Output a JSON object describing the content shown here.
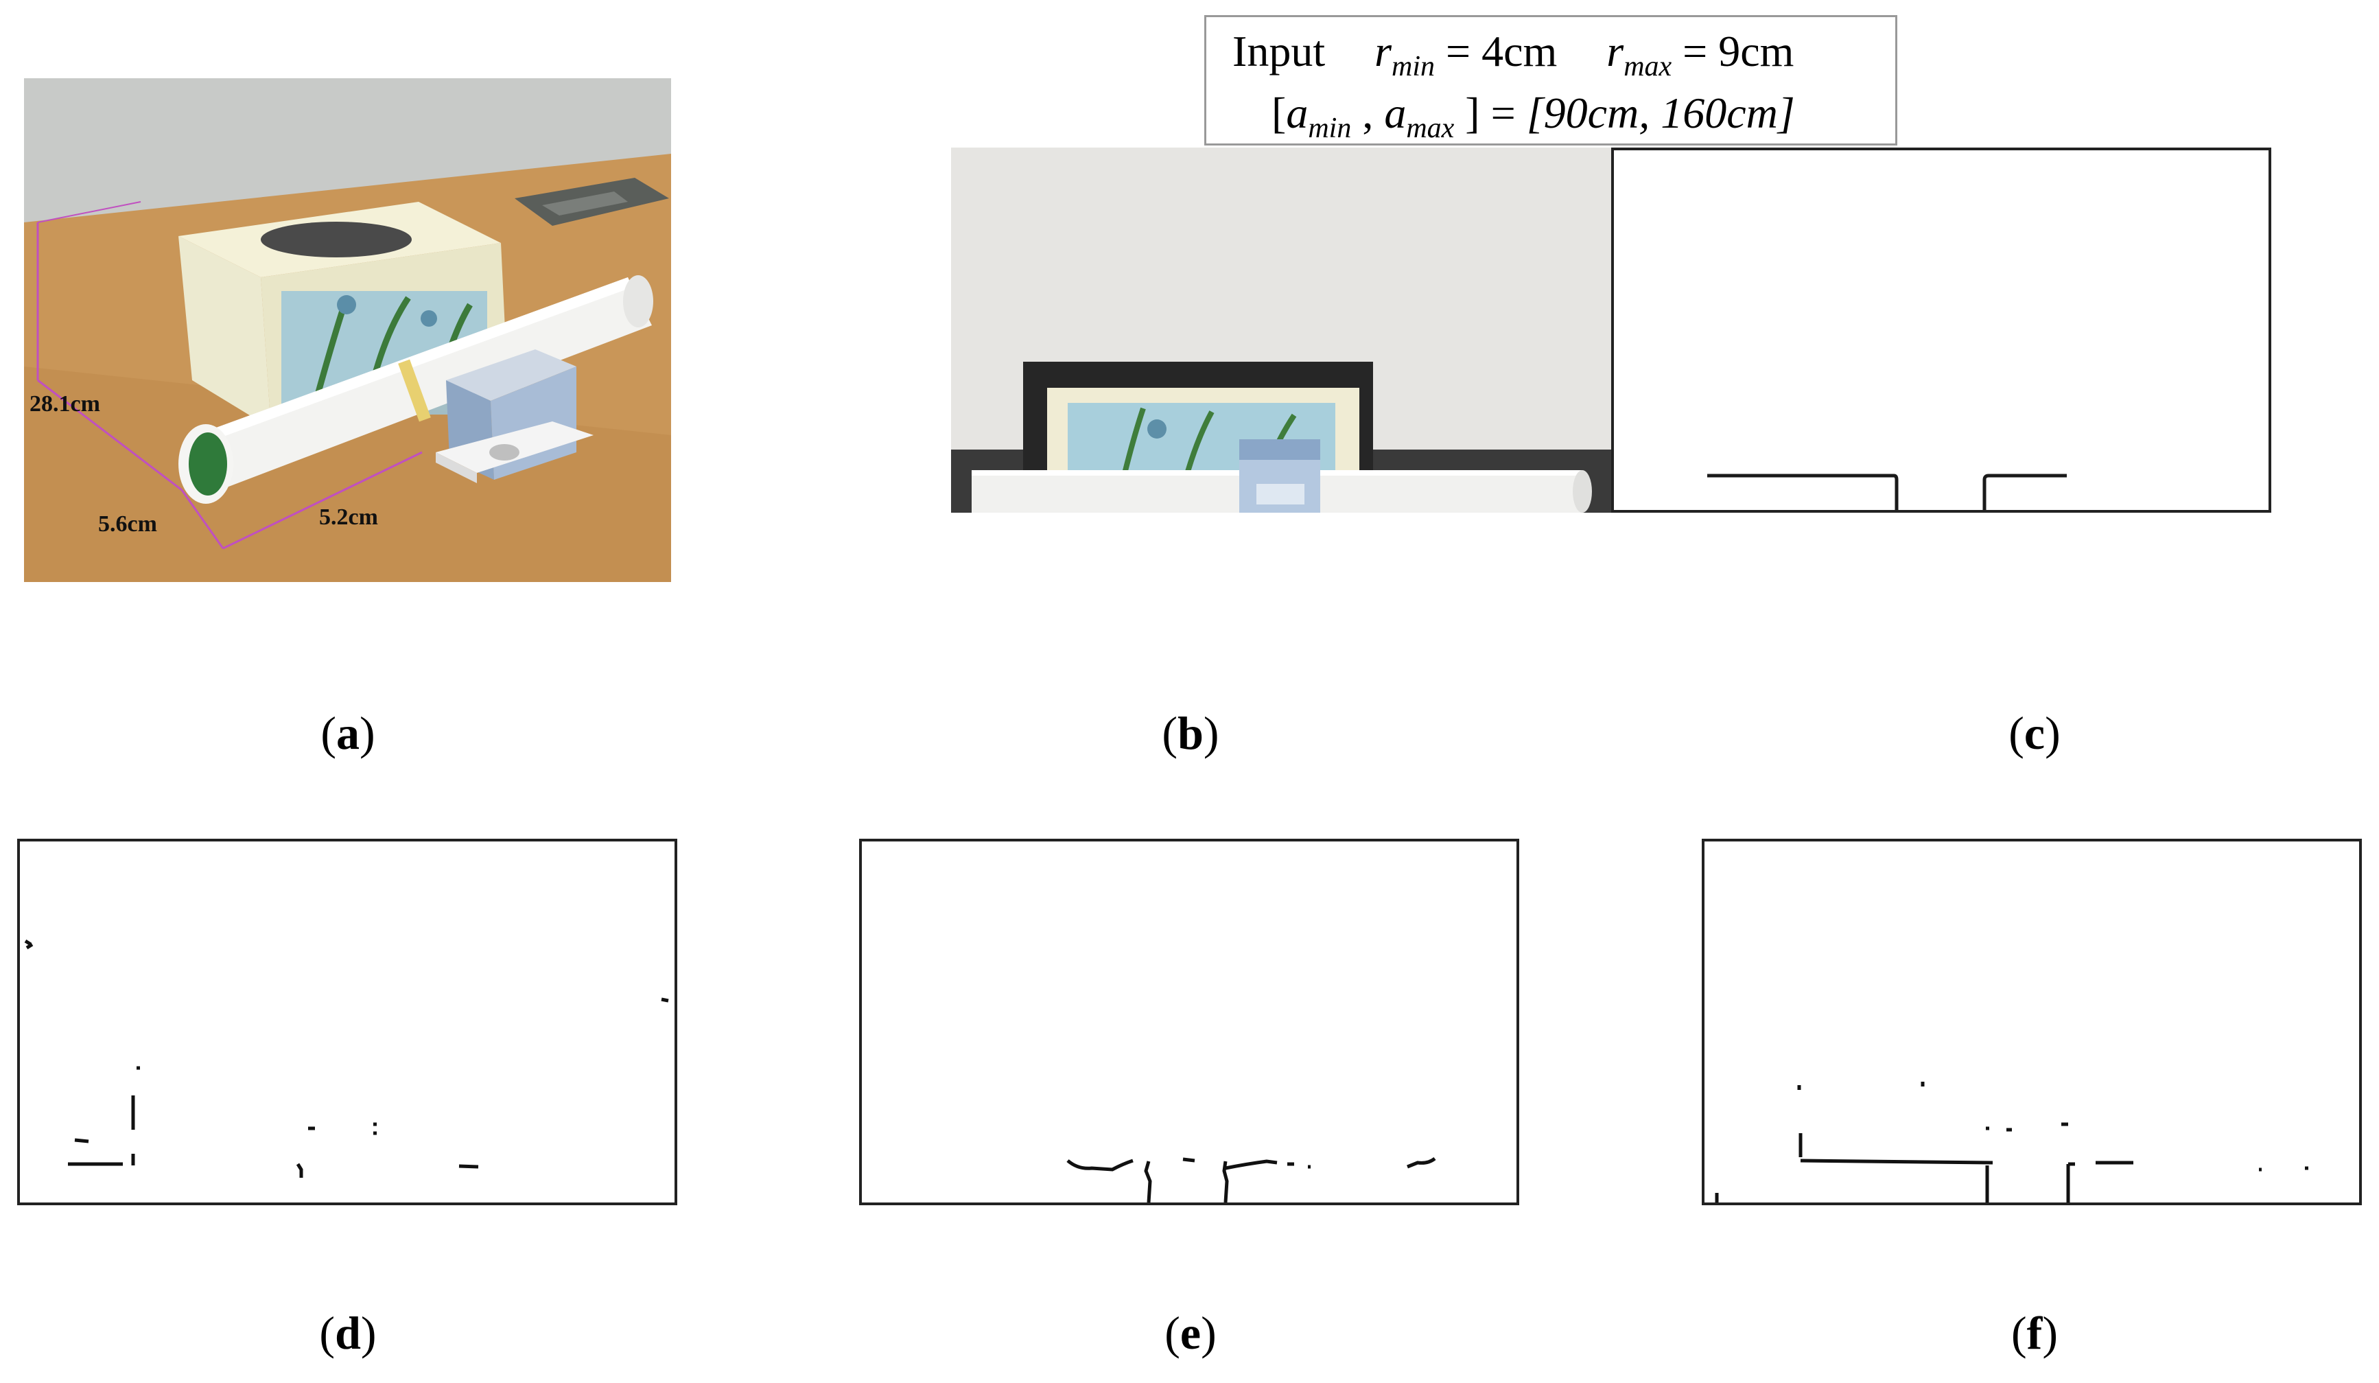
{
  "input_box": {
    "input_label": "Input",
    "r_symbol": "r",
    "r_min_sub": "min",
    "r_min_value": "4cm",
    "r_max_sub": "max",
    "r_max_value": "9cm",
    "a_symbol": "a",
    "a_min_sub": "min",
    "a_max_sub": "max",
    "a_range": "[90cm, 160cm]"
  },
  "photo_a": {
    "dim_height": "28.1cm",
    "dim_diameter": "5.6cm",
    "dim_cube": "5.2cm"
  },
  "captions": {
    "a": "a",
    "b": "b",
    "c": "c",
    "d": "d",
    "e": "e",
    "f": "f"
  },
  "colors": {
    "wall": "#d6d8d6",
    "table": "#c9955a",
    "dimension_lines": "#c050c0",
    "border": "#222222"
  }
}
